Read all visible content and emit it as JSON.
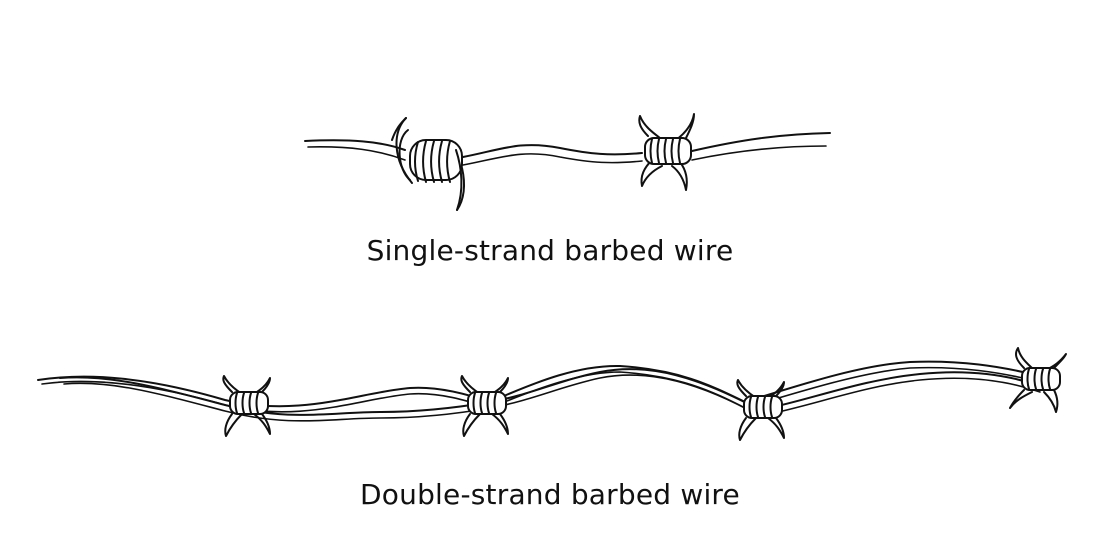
{
  "colors": {
    "background": "#ffffff",
    "ink": "#111111"
  },
  "figures": {
    "single": {
      "caption": "Single-strand barbed wire",
      "strands": 1,
      "barbs": 2
    },
    "double": {
      "caption": "Double-strand barbed wire",
      "strands": 2,
      "barbs": 4
    }
  }
}
